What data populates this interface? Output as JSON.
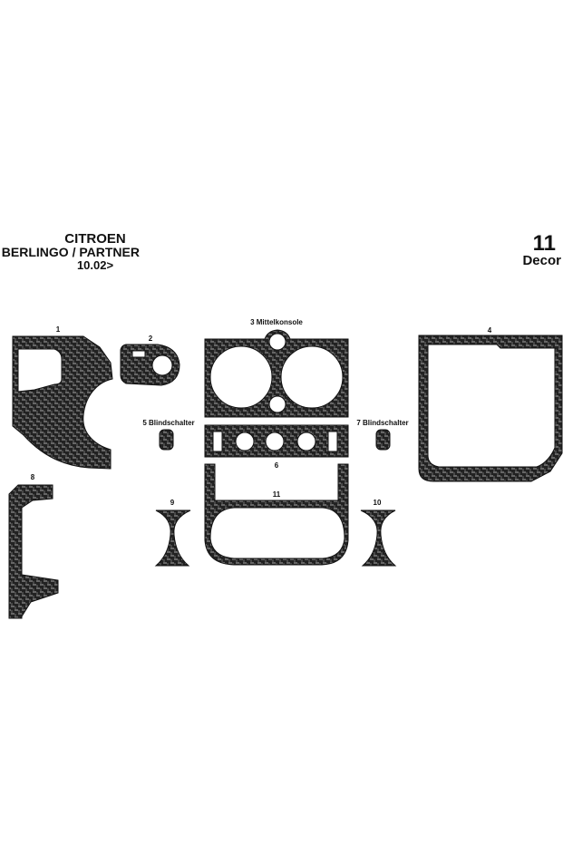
{
  "header": {
    "brand": "CITROEN",
    "model": "BERLINGO / PARTNER",
    "year": "10.02>",
    "count": "11",
    "decor": "Decor"
  },
  "parts": {
    "p1": "1",
    "p2": "2",
    "p3": "3 Mittelkonsole",
    "p4": "4",
    "p5": "5 Blindschalter",
    "p6": "6",
    "p7": "7 Blindschalter",
    "p8": "8",
    "p9": "9",
    "p10": "10",
    "p11": "11"
  },
  "colors": {
    "carbon_dark": "#222222",
    "carbon_light": "#5a5a5a",
    "outline": "#111111"
  }
}
